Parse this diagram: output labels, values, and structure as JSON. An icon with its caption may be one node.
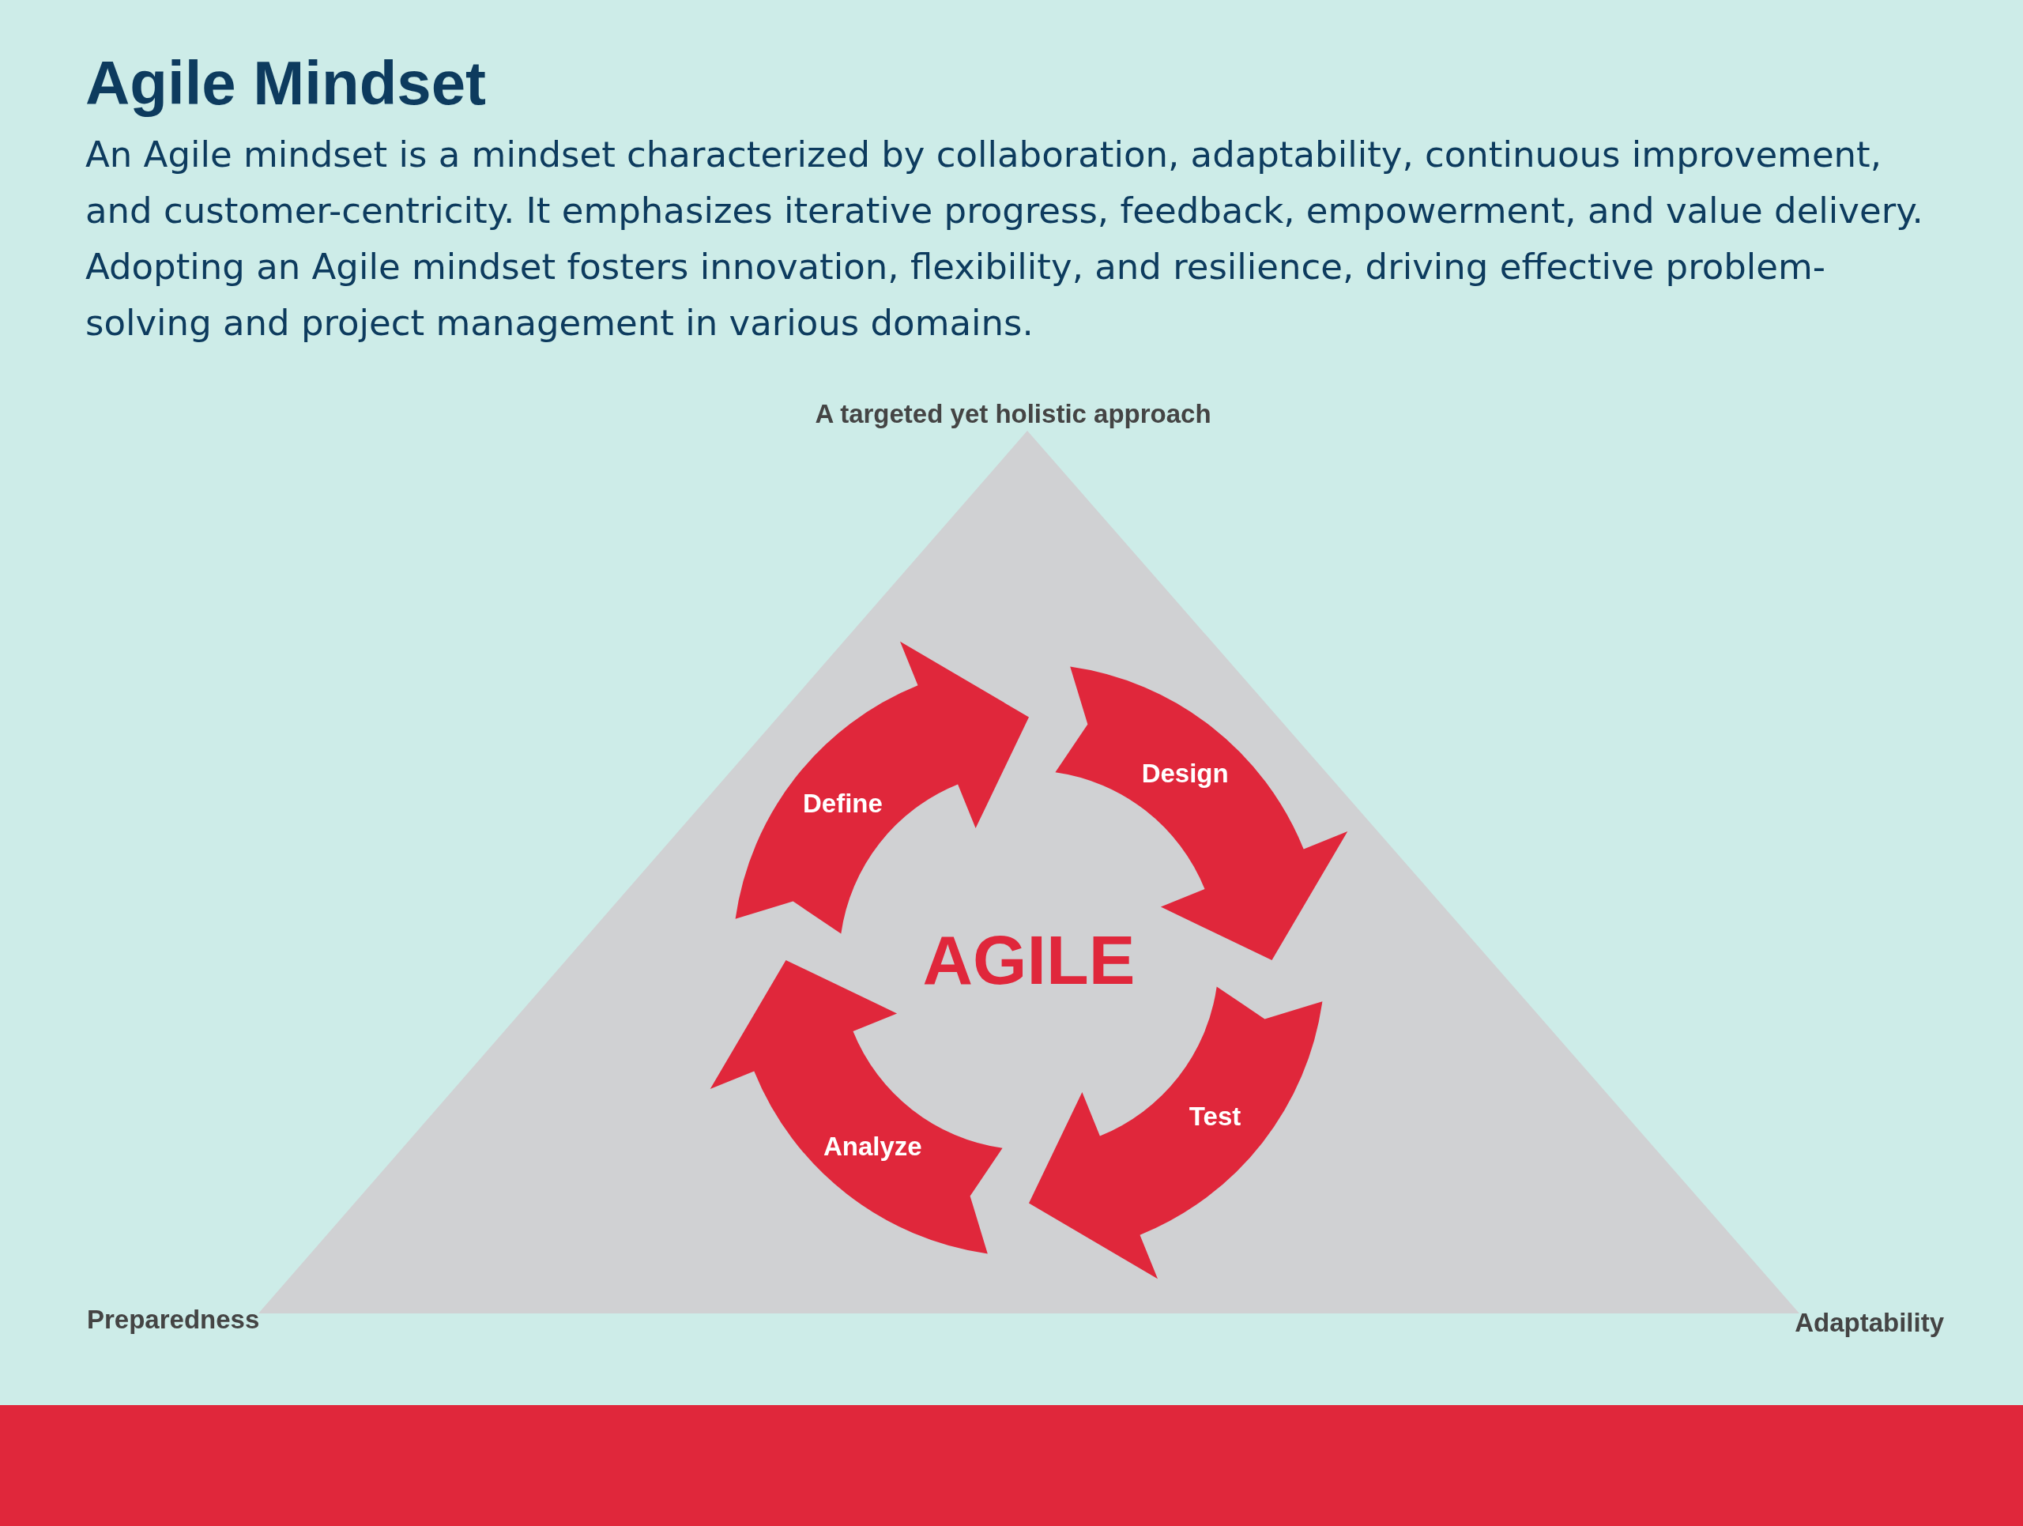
{
  "diagram": {
    "title": "Agile Mindset",
    "caption": "An Agile mindset is a mindset characterized by collaboration, adaptability, continuous improvement, and customer-centricity. It emphasizes iterative progress, feedback, empowerment, and value delivery. Adopting an Agile mindset fosters innovation, flexibility, and resilience, driving effective problem-solving and project management in various domains.",
    "nodes": [
      {
        "text": [
          "Define"
        ]
      },
      {
        "text": [
          "Design"
        ]
      },
      {
        "text": [
          "Test"
        ]
      },
      {
        "text": [
          "Analyze"
        ]
      }
    ],
    "labels": [
      "A targeted yet holistic approach",
      "AGILE",
      "Preparedness",
      "Adaptability"
    ]
  }
}
